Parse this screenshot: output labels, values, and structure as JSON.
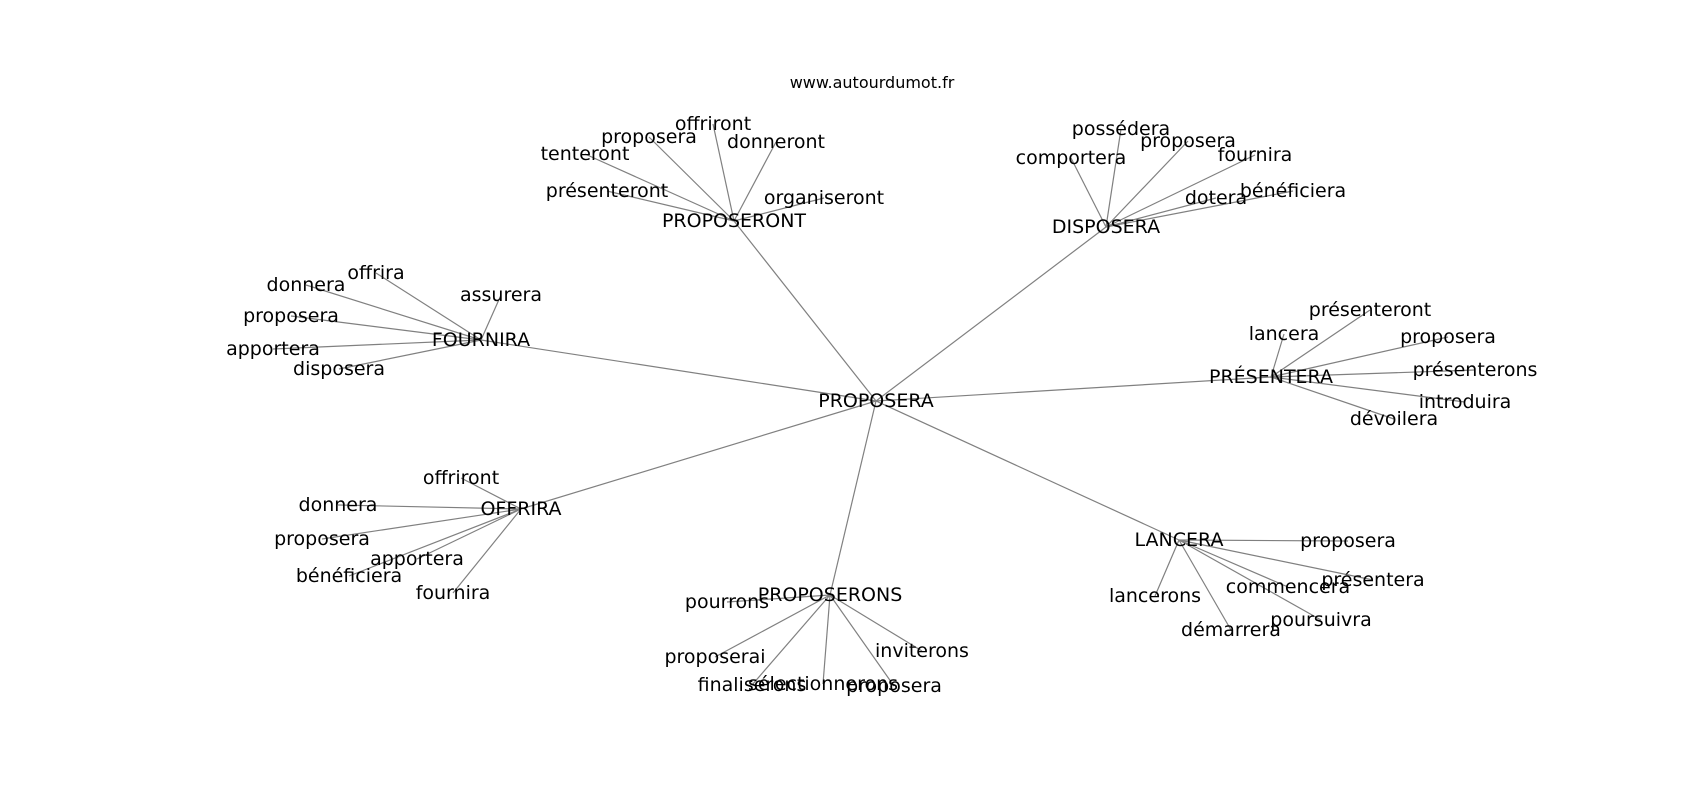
{
  "watermark": "www.autourdumot.fr",
  "graph": {
    "center": "PROPOSERA",
    "clusters": [
      {
        "hub": "PROPOSERONT",
        "leaves": [
          "offriront",
          "proposera",
          "donneront",
          "tenteront",
          "présenteront",
          "organiseront"
        ]
      },
      {
        "hub": "DISPOSERA",
        "leaves": [
          "possédera",
          "proposera",
          "comportera",
          "fournira",
          "dotera",
          "bénéficiera"
        ]
      },
      {
        "hub": "FOURNIRA",
        "leaves": [
          "offrira",
          "donnera",
          "assurera",
          "proposera",
          "apportera",
          "disposera"
        ]
      },
      {
        "hub": "PRÉSENTERA",
        "leaves": [
          "présenteront",
          "lancera",
          "proposera",
          "présenterons",
          "introduira",
          "dévoilera"
        ]
      },
      {
        "hub": "OFFRIRA",
        "leaves": [
          "offriront",
          "donnera",
          "proposera",
          "apportera",
          "bénéficiera",
          "fournira"
        ]
      },
      {
        "hub": "PROPOSERONS",
        "leaves": [
          "pourrons",
          "proposerai",
          "inviterons",
          "finaliserons",
          "sélectionnerons",
          "proposera"
        ]
      },
      {
        "hub": "LANCERA",
        "leaves": [
          "proposera",
          "présentera",
          "lancerons",
          "commencera",
          "poursuivra",
          "démarrera"
        ]
      }
    ]
  }
}
